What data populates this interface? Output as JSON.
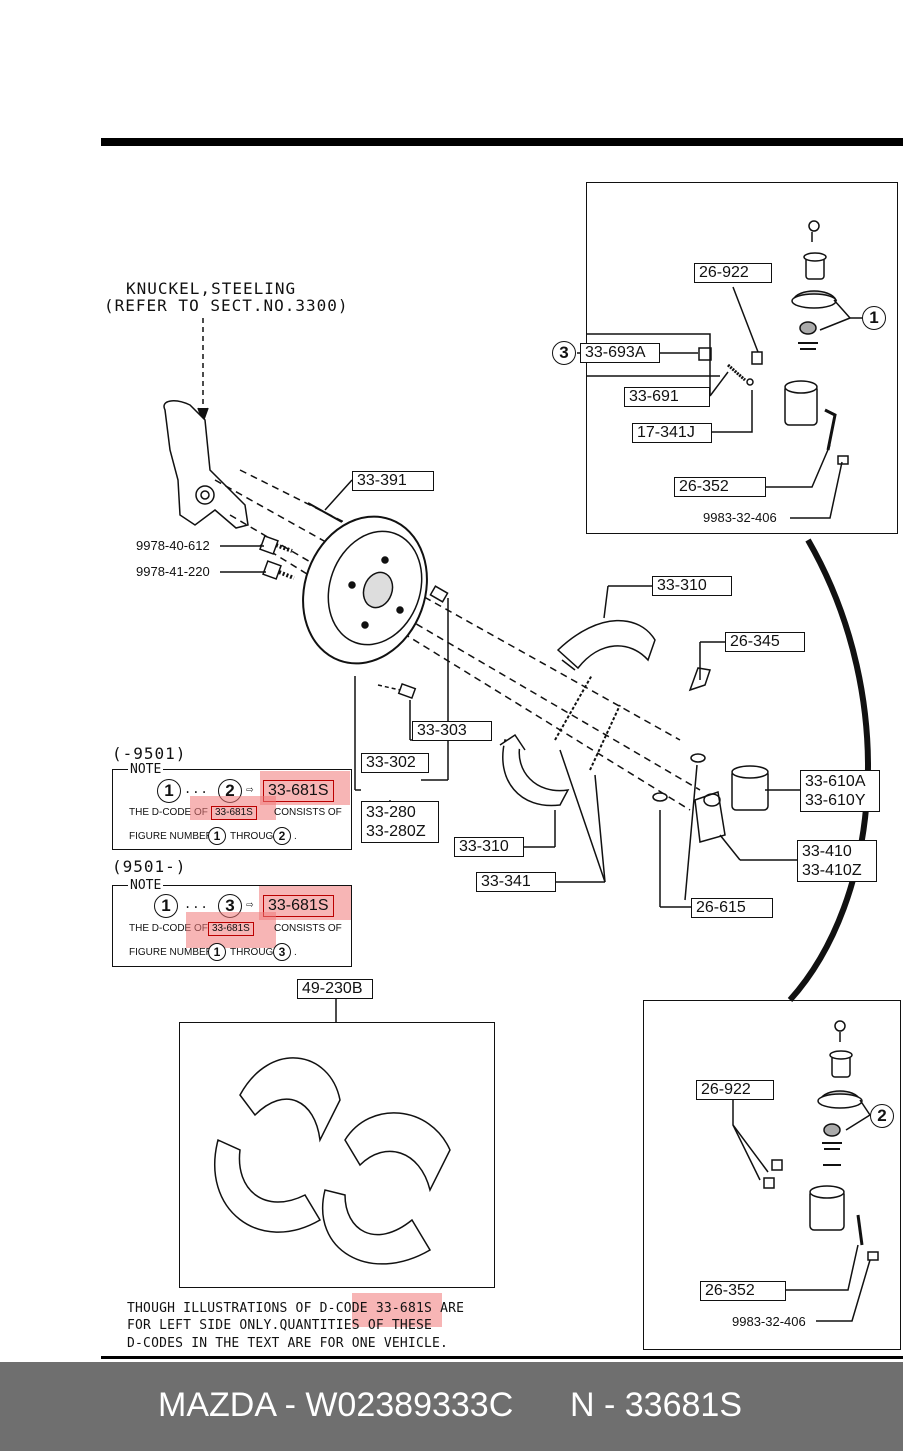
{
  "knuckle_note": {
    "line1": "KNUCKEL,STEELING",
    "line2": "(REFER TO SECT.NO.3300)"
  },
  "parts": {
    "p33_391": "33-391",
    "p9978_40_612": "9978-40-612",
    "p9978_41_220": "9978-41-220",
    "p33_310_top": "33-310",
    "p26_345": "26-345",
    "p33_303": "33-303",
    "p33_302": "33-302",
    "p33_280": "33-280",
    "p33_280Z": "33-280Z",
    "p33_610A": "33-610A",
    "p33_610Y": "33-610Y",
    "p33_310_bottom": "33-310",
    "p33_410": "33-410",
    "p33_410Z": "33-410Z",
    "p33_341": "33-341",
    "p26_615": "26-615",
    "p49_230B": "49-230B"
  },
  "inset_top": {
    "p26_922": "26-922",
    "p33_693A": "33-693A",
    "p33_691": "33-691",
    "p17_341J": "17-341J",
    "p26_352": "26-352",
    "p9983_32_406": "9983-32-406",
    "callout_1": "1",
    "callout_3": "3"
  },
  "inset_bottom": {
    "p26_922": "26-922",
    "p26_352": "26-352",
    "p9983_32_406": "9983-32-406",
    "callout_2": "2"
  },
  "note1": {
    "range": "(-9501)",
    "title": "NOTE",
    "from": "1",
    "dots": "...",
    "to": "2",
    "arrow": "⇨",
    "code": "33-681S",
    "text_a": "THE D-CODE OF",
    "text_code": "33-681S",
    "text_b": "CONSISTS OF",
    "text_c": "FIGURE NUMBERS",
    "text_d": "THROUGH",
    "text_end": "."
  },
  "note2": {
    "range": "(9501-)",
    "title": "NOTE",
    "from": "1",
    "dots": "...",
    "to": "3",
    "arrow": "⇨",
    "code": "33-681S",
    "text_a": "THE D-CODE OF",
    "text_code": "33-681S",
    "text_b": "CONSISTS OF",
    "text_c": "FIGURE NUMBERS",
    "text_d": "THROUGH",
    "text_end": "."
  },
  "bottom_note": {
    "line1_a": "THOUGH ILLUSTRATIONS OF D-CODE",
    "line1_code": "33-681S",
    "line1_b": "ARE",
    "line2_a": "FOR LEFT SIDE ONLY.QUANTITIES",
    "line2_b": "OF THESE",
    "line3": "D-CODES IN THE TEXT ARE FOR ONE VEHICLE."
  },
  "footer": {
    "left": "MAZDA - W02389333C",
    "right": "N - 33681S"
  },
  "colors": {
    "highlight": "#f07878",
    "footer_bg": "#6f6f6f",
    "ink": "#111111"
  }
}
